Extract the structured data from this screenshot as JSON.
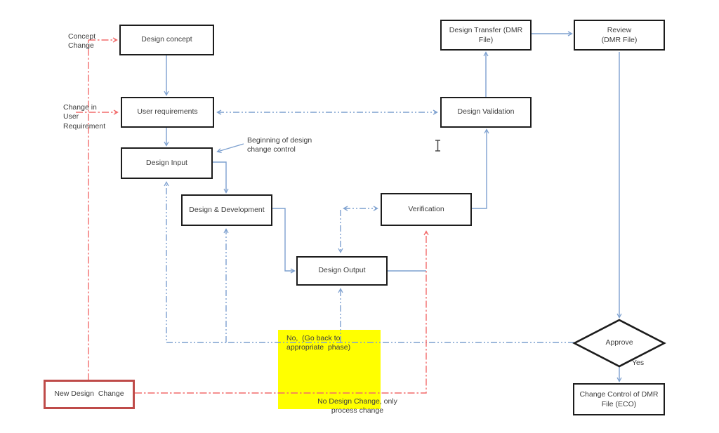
{
  "nodes": {
    "design_concept": "Design concept",
    "user_requirements": "User requirements",
    "design_input": "Design Input",
    "design_development": "Design & Development",
    "design_output": "Design Output",
    "verification": "Verification",
    "design_validation": "Design Validation",
    "design_transfer": "Design Transfer (DMR\nFile)",
    "review": "Review\n(DMR File)",
    "approve": "Approve",
    "change_control": "Change Control of DMR\nFile (ECO)",
    "new_design_change": "New Design  Change"
  },
  "annotations": {
    "concept_change": "Concept\nChange",
    "change_in_user_requirement": "Change in\nUser\nRequirement",
    "beginning_of_design_change_control": "Beginning of design\nchange control",
    "no_go_back": "No,  (Go back to\nappropriate  phase)",
    "no_design_change": "No Design Change, only\nprocess change",
    "yes": "Yes"
  },
  "colors": {
    "flow_blue": "#7da0cf",
    "change_red": "#f26b6b",
    "new_change_border": "#bf4b49",
    "highlight_yellow": "#ffff00",
    "box_border": "#1c1c1c",
    "text": "#3d3d3d",
    "cursor_gray": "#4a4a4a"
  }
}
